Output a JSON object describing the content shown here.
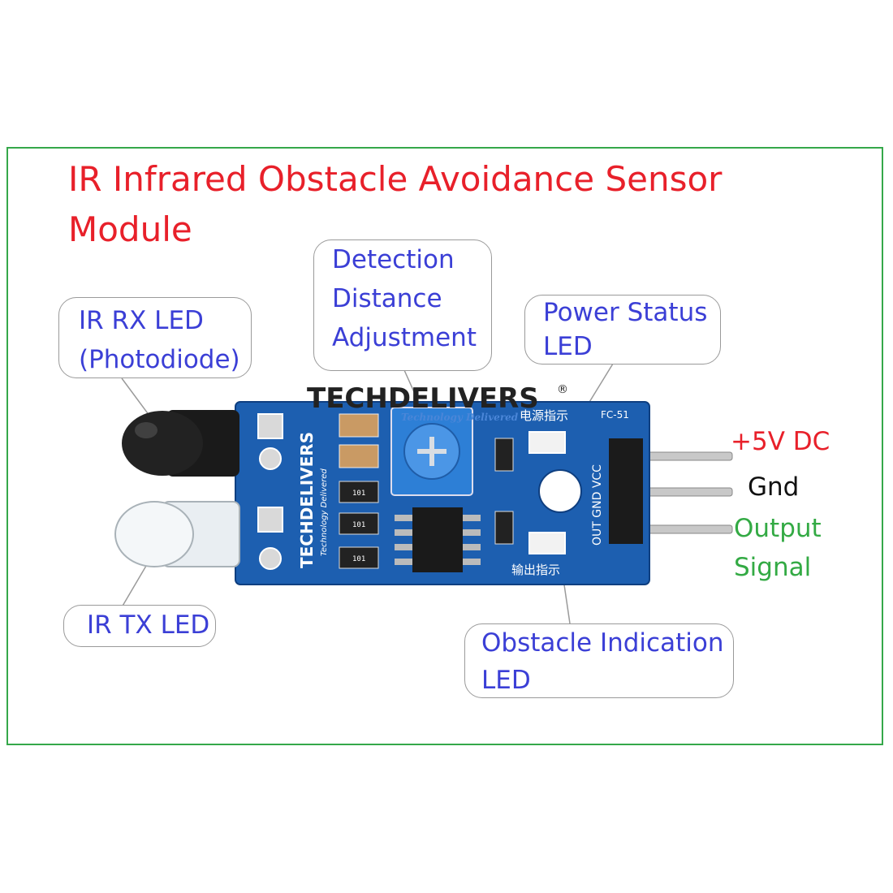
{
  "title": {
    "line1": "IR Infrared Obstacle Avoidance Sensor",
    "line2": "Module"
  },
  "callouts": {
    "ir_rx": {
      "line1": "IR RX LED",
      "line2": "(Photodiode)"
    },
    "detection": {
      "line1": "Detection",
      "line2": "Distance",
      "line3": "Adjustment"
    },
    "power_status": {
      "line1": "Power Status",
      "line2": "LED"
    },
    "ir_tx": {
      "line1": "IR TX LED"
    },
    "obstacle": {
      "line1": "Obstacle Indication",
      "line2": "LED"
    }
  },
  "pins": {
    "vcc": "+5V DC",
    "gnd": "Gnd",
    "out_line1": "Output",
    "out_line2": "Signal"
  },
  "board": {
    "brand_logo": "TECHDELIVERS",
    "brand_tagline": "Technology Delivered",
    "silk_brand": "TECHDELIVERS",
    "silk_tagline": "Technology Delivered",
    "model": "FC-51",
    "pin_silk": "OUT GND VCC",
    "power_led_silk": "电源指示",
    "out_led_silk": "输出指示",
    "resistor_code": "101"
  },
  "colors": {
    "title": "#e8202a",
    "callout_text": "#3b3fd6",
    "frame": "#35a84a",
    "vcc_label": "#e8202a",
    "gnd_label": "#111111",
    "out_label": "#33aa44",
    "pcb": "#1d5fb0"
  }
}
